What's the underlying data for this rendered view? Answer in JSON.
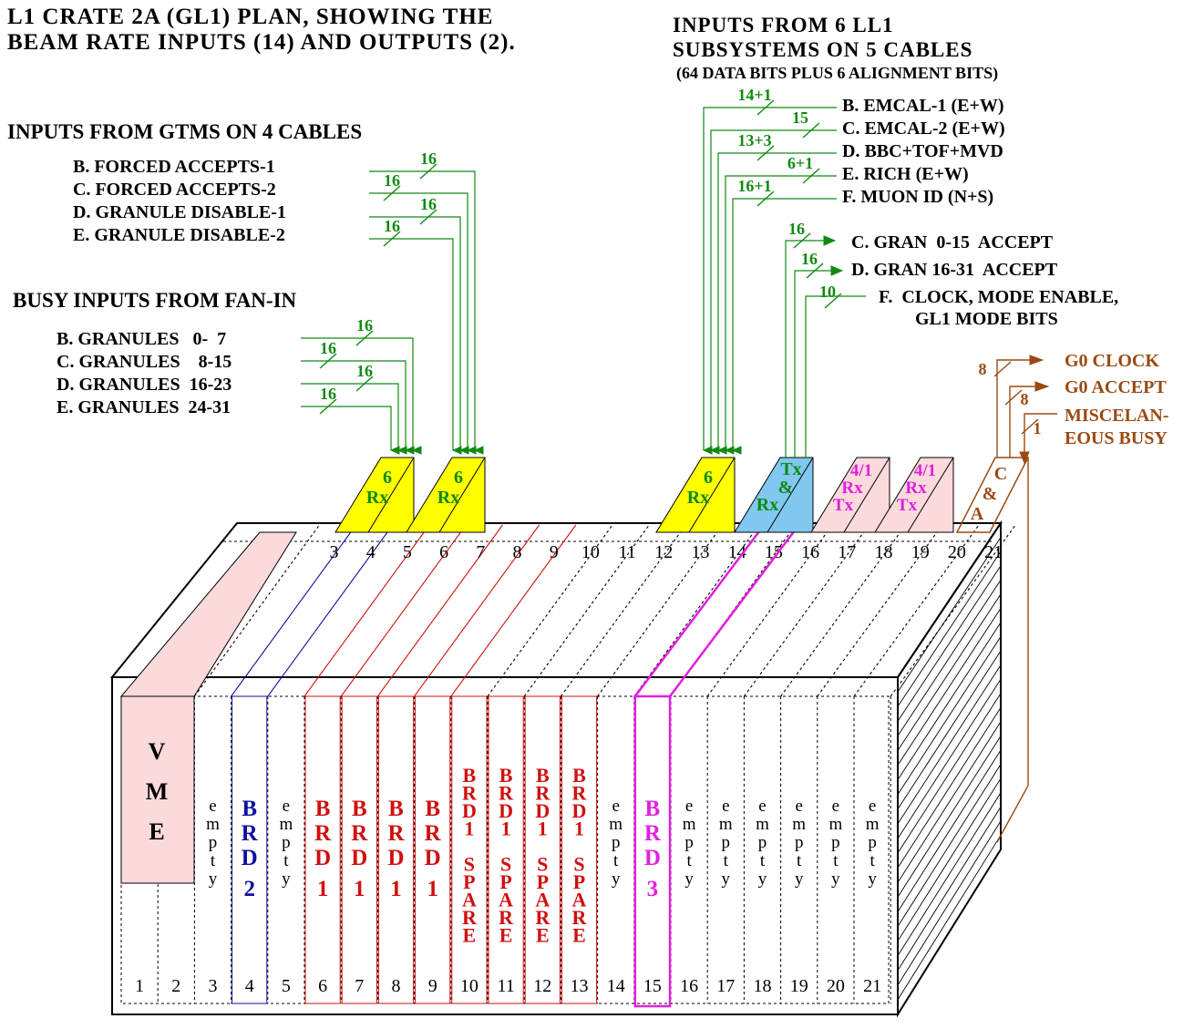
{
  "title": [
    "L1 CRATE 2A (GL1) PLAN, SHOWING THE",
    "BEAM RATE INPUTS (14) AND OUTPUTS (2)."
  ],
  "gtm": {
    "heading": "INPUTS FROM GTMS ON 4 CABLES",
    "items": [
      "B. FORCED ACCEPTS-1",
      "C. FORCED ACCEPTS-2",
      "D. GRANULE DISABLE-1",
      "E. GRANULE DISABLE-2"
    ],
    "widths": [
      "16",
      "16",
      "16",
      "16"
    ]
  },
  "busy": {
    "heading": "BUSY INPUTS FROM FAN-IN",
    "items": [
      "B. GRANULES   0-  7",
      "C. GRANULES    8-15",
      "D. GRANULES  16-23",
      "E. GRANULES  24-31"
    ],
    "widths": [
      "16",
      "16",
      "16",
      "16"
    ]
  },
  "ll1": {
    "heading": [
      "INPUTS FROM 6 LL1",
      "SUBSYSTEMS ON 5 CABLES"
    ],
    "note": "(64 DATA BITS PLUS 6 ALIGNMENT BITS)",
    "items": [
      "B. EMCAL-1 (E+W)",
      "C. EMCAL-2 (E+W)",
      "D. BBC+TOF+MVD",
      "E. RICH (E+W)",
      "F. MUON ID (N+S)"
    ],
    "widths": [
      "14+1",
      "15",
      "13+3",
      "6+1",
      "16+1"
    ]
  },
  "outputs": {
    "items": [
      "C. GRAN  0-15  ACCEPT",
      "D. GRAN 16-31  ACCEPT",
      "F.  CLOCK, MODE ENABLE,",
      "GL1 MODE BITS"
    ],
    "widths": [
      "16",
      "16",
      "10"
    ]
  },
  "g0": {
    "items": [
      "G0 CLOCK",
      "G0 ACCEPT",
      "MISCELAN-",
      "EOUS BUSY"
    ],
    "widths": [
      "8",
      "8",
      "1"
    ]
  },
  "modules": {
    "rx6": [
      "6",
      "Rx"
    ],
    "txrx": [
      "Tx",
      "&",
      "Rx"
    ],
    "fanout": [
      "4/1",
      "Rx",
      "Tx"
    ],
    "ac": [
      "C",
      "&",
      "A"
    ]
  },
  "slots": {
    "top_numbers": [
      "3",
      "4",
      "5",
      "6",
      "7",
      "8",
      "9",
      "10",
      "11",
      "12",
      "13",
      "14",
      "15",
      "16",
      "17",
      "18",
      "19",
      "20",
      "21"
    ],
    "bottom_numbers": [
      "1",
      "2",
      "3",
      "4",
      "5",
      "6",
      "7",
      "8",
      "9",
      "10",
      "11",
      "12",
      "13",
      "14",
      "15",
      "16",
      "17",
      "18",
      "19",
      "20",
      "21"
    ],
    "vme": [
      "V",
      "M",
      "E"
    ],
    "boards": [
      {
        "slot": 3,
        "text": "empty",
        "color": "#000000"
      },
      {
        "slot": 4,
        "text": "BRD",
        "num": "2",
        "color": "#1010a0"
      },
      {
        "slot": 5,
        "text": "empty",
        "color": "#000000"
      },
      {
        "slot": 6,
        "text": "BRD",
        "num": "1",
        "color": "#d01010"
      },
      {
        "slot": 7,
        "text": "BRD",
        "num": "1",
        "color": "#d01010"
      },
      {
        "slot": 8,
        "text": "BRD",
        "num": "1",
        "color": "#d01010"
      },
      {
        "slot": 9,
        "text": "BRD",
        "num": "1",
        "color": "#d01010"
      },
      {
        "slot": 10,
        "text": "BRD",
        "num": "1",
        "extra": "SPARE",
        "color": "#d01010"
      },
      {
        "slot": 11,
        "text": "BRD",
        "num": "1",
        "extra": "SPARE",
        "color": "#d01010"
      },
      {
        "slot": 12,
        "text": "BRD",
        "num": "1",
        "extra": "SPARE",
        "color": "#d01010"
      },
      {
        "slot": 13,
        "text": "BRD",
        "num": "1",
        "extra": "SPARE",
        "color": "#d01010"
      },
      {
        "slot": 14,
        "text": "empty",
        "color": "#000000"
      },
      {
        "slot": 15,
        "text": "BRD",
        "num": "3",
        "color": "#e020e0"
      },
      {
        "slot": 16,
        "text": "empty",
        "color": "#000000"
      },
      {
        "slot": 17,
        "text": "empty",
        "color": "#000000"
      },
      {
        "slot": 18,
        "text": "empty",
        "color": "#000000"
      },
      {
        "slot": 19,
        "text": "empty",
        "color": "#000000"
      },
      {
        "slot": 20,
        "text": "empty",
        "color": "#000000"
      },
      {
        "slot": 21,
        "text": "empty",
        "color": "#000000"
      }
    ]
  },
  "colors": {
    "green": "#108a10",
    "brown": "#9a4a12",
    "magenta": "#e020e0",
    "red": "#d01010",
    "blue": "#1010a0",
    "yellow": "#ffff00",
    "cyan": "#80c8f0",
    "pink": "#fadada"
  }
}
